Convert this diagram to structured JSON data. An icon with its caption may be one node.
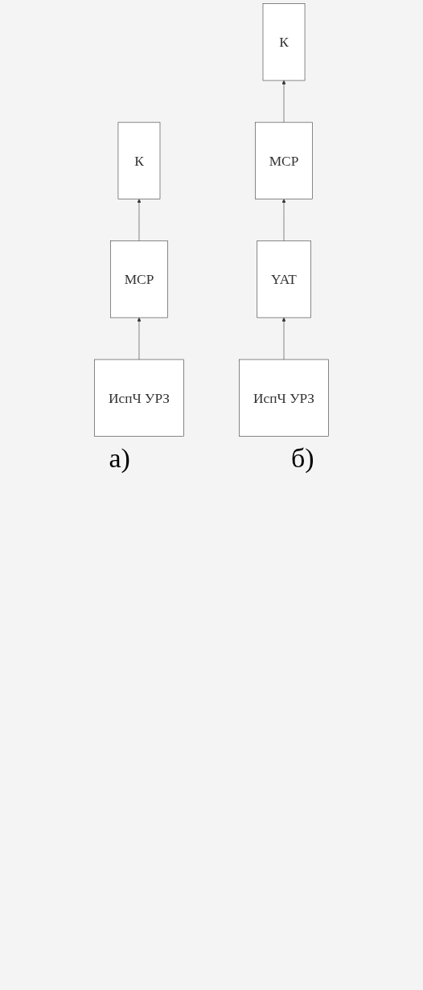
{
  "diagram": {
    "nodes": [
      {
        "text": [
          "К"
        ]
      },
      {
        "text": [
          "МСР"
        ]
      },
      {
        "text": [
          "ИспЧ УРЗ"
        ]
      },
      {
        "text": [
          "К"
        ]
      },
      {
        "text": [
          "МСР"
        ]
      },
      {
        "text": [
          "YAT"
        ]
      },
      {
        "text": [
          "ИспЧ УРЗ"
        ]
      }
    ],
    "edges": [
      {
        "from": 2,
        "to": 1,
        "arrow": "to"
      },
      {
        "from": 1,
        "to": 0,
        "arrow": "to"
      },
      {
        "from": 6,
        "to": 5,
        "arrow": "to"
      },
      {
        "from": 5,
        "to": 4,
        "arrow": "to"
      },
      {
        "from": 4,
        "to": 3,
        "arrow": "to"
      }
    ],
    "labels": [
      "а)",
      "б)"
    ]
  }
}
